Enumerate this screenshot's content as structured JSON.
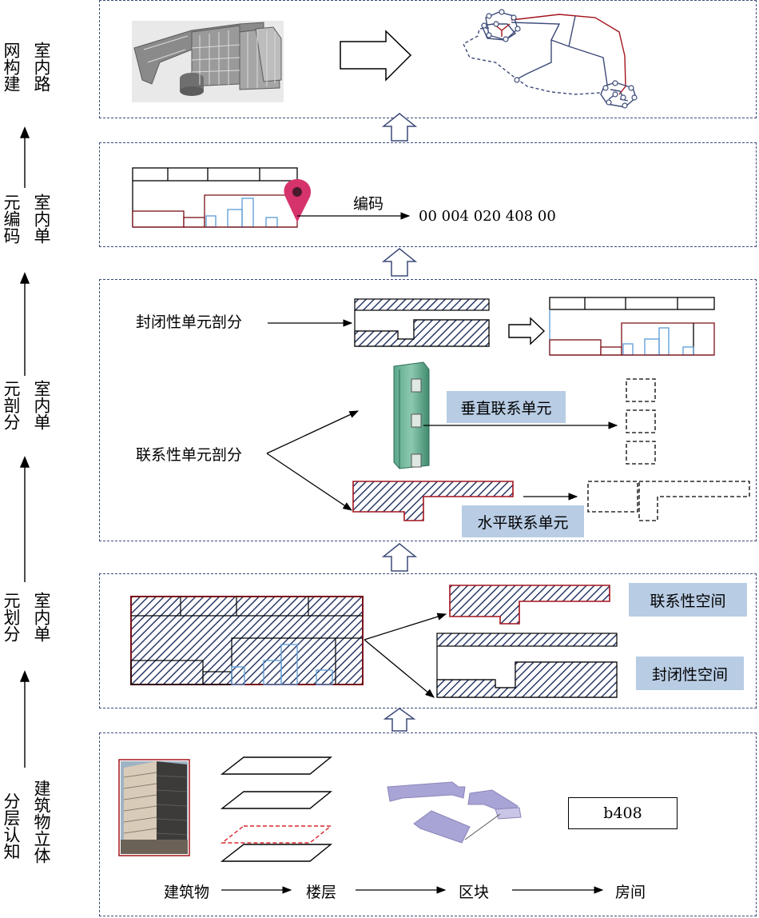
{
  "stages": [
    {
      "id": "stage-1",
      "col1": "分层认知",
      "col2": "建筑物立体"
    },
    {
      "id": "stage-2",
      "col1": "元划分",
      "col2": "室内单"
    },
    {
      "id": "stage-3",
      "col1": "元剖分",
      "col2": "室内单"
    },
    {
      "id": "stage-4",
      "col1": "元编码",
      "col2": "室内单"
    },
    {
      "id": "stage-5",
      "col1": "网构建",
      "col2": "室内路"
    }
  ],
  "panel1": {
    "flow": [
      "建筑物",
      "楼层",
      "区块",
      "房间"
    ],
    "room_id": "b408"
  },
  "panel2": {
    "tags": [
      "联系性空间",
      "封闭性空间"
    ]
  },
  "panel3": {
    "closed_label": "封闭性单元剖分",
    "link_label": "联系性单元剖分",
    "vertical_tag": "垂直联系单元",
    "horizontal_tag": "水平联系单元"
  },
  "panel4": {
    "encode_label": "编码",
    "code": "00 004 020 408 00"
  },
  "colors": {
    "panel_border": "#3c4a78",
    "hatch": "#2b3a6b",
    "outline_red": "#a3141d",
    "tag_fill": "#b8cce4",
    "room_blue": "#5b9bd5",
    "pin": "#d6336c"
  }
}
